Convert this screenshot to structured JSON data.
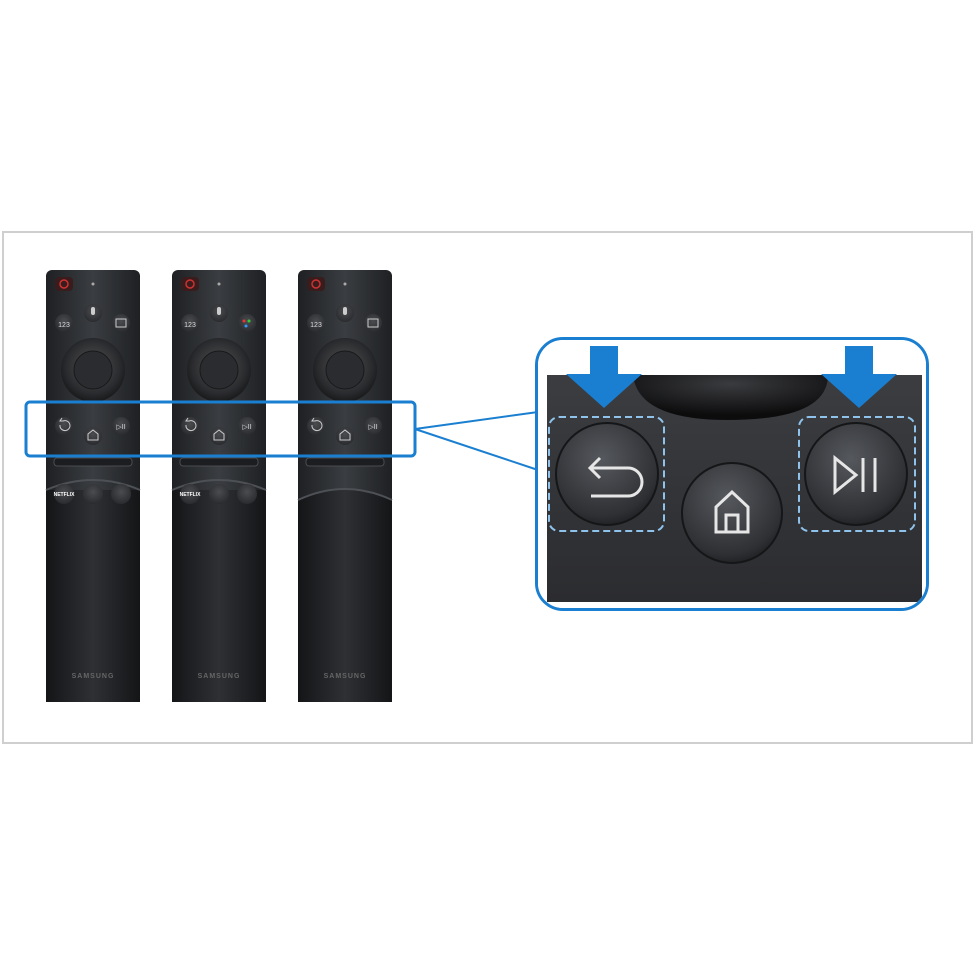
{
  "image": {
    "remotes": [
      {
        "id": "remote-1",
        "brand": "SAMSUNG",
        "color_key": "123",
        "streaming_buttons": [
          "NETFLIX",
          "",
          ""
        ]
      },
      {
        "id": "remote-2",
        "brand": "SAMSUNG",
        "color_key": "123",
        "streaming_buttons": [
          "NETFLIX",
          "",
          ""
        ]
      },
      {
        "id": "remote-3",
        "brand": "SAMSUNG",
        "color_key": "123",
        "streaming_buttons": []
      }
    ],
    "highlight_color": "#1a7fd0",
    "zoom": {
      "buttons": [
        "back-icon",
        "home-icon",
        "play-pause-icon"
      ],
      "highlighted": [
        "back-icon",
        "play-pause-icon"
      ]
    }
  }
}
